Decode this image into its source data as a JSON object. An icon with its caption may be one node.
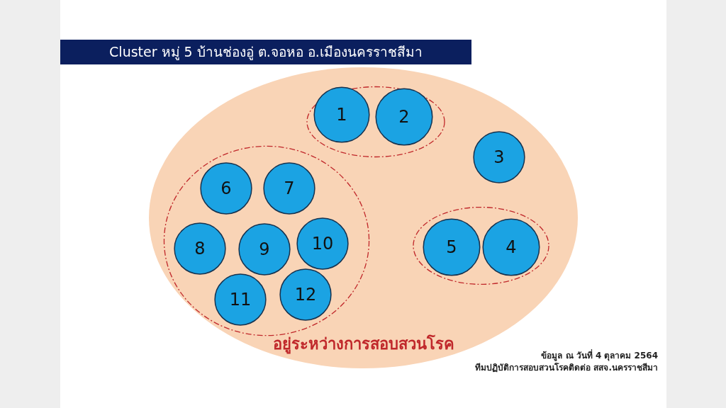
{
  "diagram": {
    "title": "Cluster หมู่ 5 บ้านช่องอู่ ต.จอหอ อ.เมืองนครราชสีมา",
    "nodes": [
      {
        "text": [
          "อยู่ระหว่างการสอบสวนโรค"
        ]
      },
      {
        "text": [],
        "shape": "ellipse",
        "in": 0
      },
      {
        "text": [
          "1"
        ],
        "in": 1
      },
      {
        "text": [
          "2"
        ],
        "in": 1
      },
      {
        "text": [
          "3"
        ],
        "in": 0
      },
      {
        "text": [],
        "shape": "ellipse",
        "in": 0
      },
      {
        "text": [
          "5"
        ],
        "in": 5
      },
      {
        "text": [
          "4"
        ],
        "in": 5
      },
      {
        "text": [],
        "shape": "ellipse",
        "in": 0
      },
      {
        "text": [
          "6"
        ],
        "in": 8
      },
      {
        "text": [
          "7"
        ],
        "in": 8
      },
      {
        "text": [
          "8"
        ],
        "in": 8
      },
      {
        "text": [
          "9"
        ],
        "in": 8
      },
      {
        "text": [
          "10"
        ],
        "in": 8
      },
      {
        "text": [
          "11"
        ],
        "in": 8
      },
      {
        "text": [
          "12"
        ],
        "in": 8
      }
    ],
    "edges": [],
    "labels": [
      "ข้อมูล ณ วันที่  4 ตุลาคม 2564",
      "ทีมปฏิบัติการสอบสวนโรคติดต่อ สสจ.นครราชสีมา"
    ]
  }
}
